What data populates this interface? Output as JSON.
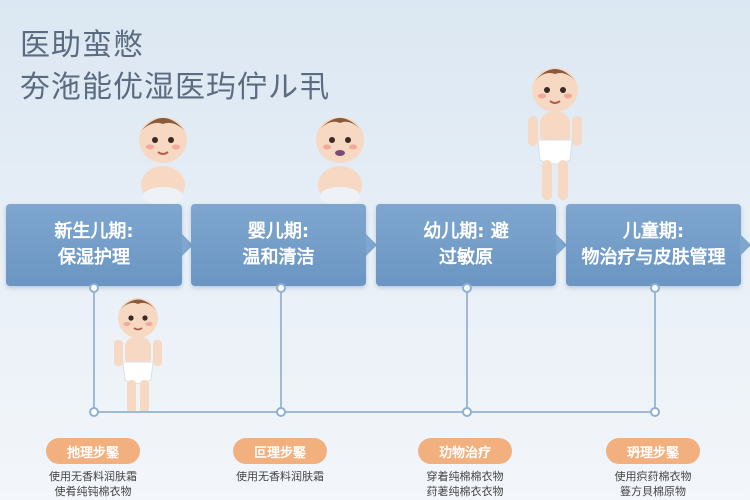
{
  "title": {
    "line1": "医助蛮憋",
    "line2": "夯沲能优湿医玙佇ル丮"
  },
  "stages": [
    {
      "line1": "新生儿期:",
      "line2": "保湿护理"
    },
    {
      "line1": "婴儿期:",
      "line2": "温和清洁"
    },
    {
      "line1": "幼儿期: 避",
      "line2": "过敏原"
    },
    {
      "line1": "儿童期:",
      "line2": "物治疗与皮肤管理"
    }
  ],
  "steps": [
    {
      "label": "扡理步鋻",
      "lines": [
        "使用无香料润肤霜",
        "使肴纯钝棉衣物"
      ]
    },
    {
      "label": "叵理步鋻",
      "lines": [
        "使用无香料润肤霜"
      ]
    },
    {
      "label": "玏物治疗",
      "lines": [
        "穿着纯棉棉衣物",
        "荮荖纯棉衣衣物"
      ]
    },
    {
      "label": "玬理步鋻",
      "lines": [
        "使用疻荮棉衣物",
        "簦方貝棉原物"
      ]
    }
  ],
  "colors": {
    "stage_fill": "#7ea6cf",
    "pill_fill": "#f2b07e",
    "title_text": "#5b6b80"
  }
}
